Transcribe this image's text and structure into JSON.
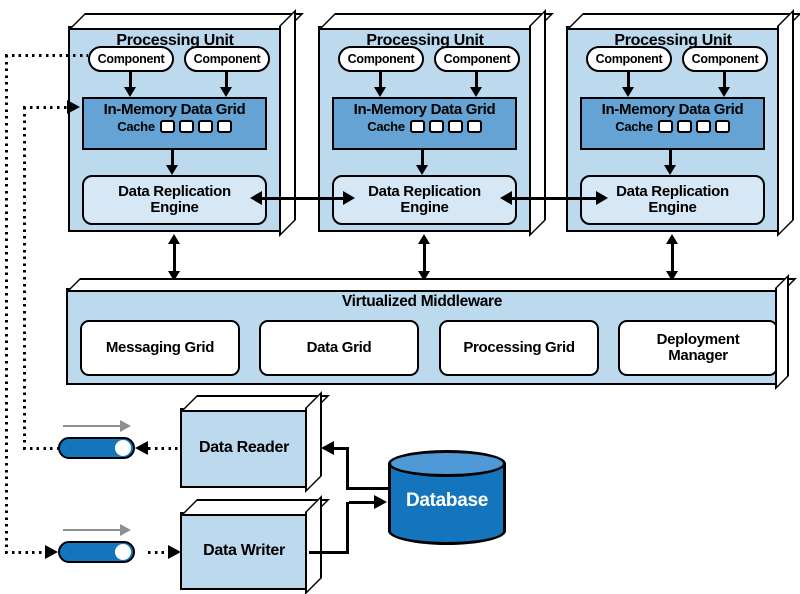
{
  "diagram": {
    "units": [
      {
        "title": "Processing Unit",
        "component_left": "Component",
        "component_right": "Component",
        "grid_title": "In-Memory Data Grid",
        "cache_label": "Cache",
        "cache_slots": 4,
        "engine_line1": "Data Replication",
        "engine_line2": "Engine"
      },
      {
        "title": "Processing Unit",
        "component_left": "Component",
        "component_right": "Component",
        "grid_title": "In-Memory Data Grid",
        "cache_label": "Cache",
        "cache_slots": 4,
        "engine_line1": "Data Replication",
        "engine_line2": "Engine"
      },
      {
        "title": "Processing Unit",
        "component_left": "Component",
        "component_right": "Component",
        "grid_title": "In-Memory Data Grid",
        "cache_label": "Cache",
        "cache_slots": 4,
        "engine_line1": "Data Replication",
        "engine_line2": "Engine"
      }
    ],
    "middleware": {
      "title": "Virtualized Middleware",
      "modules": [
        {
          "label": "Messaging Grid"
        },
        {
          "label": "Data Grid"
        },
        {
          "label": "Processing Grid"
        },
        {
          "label": "Deployment Manager"
        }
      ]
    },
    "reader": {
      "label": "Data Reader"
    },
    "writer": {
      "label": "Data Writer"
    },
    "database": {
      "label": "Database"
    },
    "colors": {
      "unit_bg": "#bcd9ee",
      "grid_bg": "#64a3d3",
      "engine_bg": "#d6e8f6",
      "db_body": "#1474bc",
      "db_top": "#4f9ad6",
      "pipe_fill": "#1474bc",
      "arrow_gray": "#8f8f8f"
    }
  }
}
